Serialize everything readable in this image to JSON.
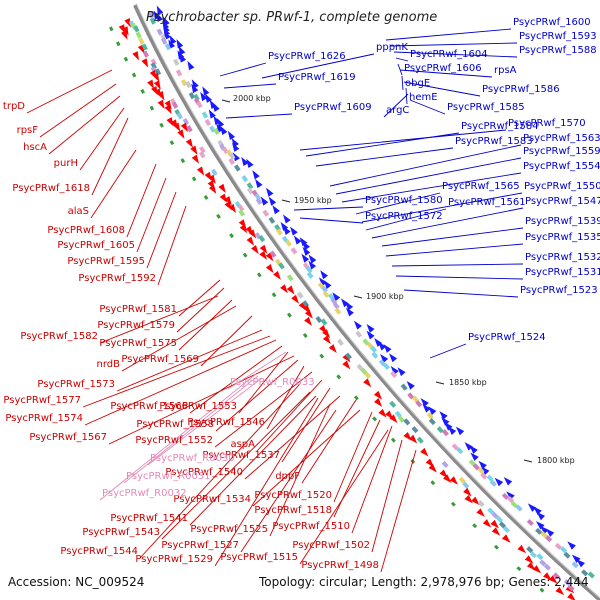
{
  "title": "Psychrobacter sp. PRwf-1, complete genome",
  "accession": "Accession: NC_009524",
  "summary": "Topology: circular; Length: 2,978,976 bp; Genes: 2,444",
  "colors": {
    "right_label": "#0000cc",
    "left_label": "#cc0000",
    "rna_label": "#e58ab8",
    "forward_feature": "#ff0000",
    "reverse_feature": "#1a1aff",
    "backbone": "#8a8a8a"
  },
  "ticks": [
    "2000 kbp",
    "1950 kbp",
    "1900 kbp",
    "1850 kbp",
    "1800 kbp"
  ],
  "right_labels": [
    "PsycPRwf_1600",
    "PsycPRwf_1593",
    "PsycPRwf_1588",
    "PsycPRwf_1626",
    "pppnK",
    "PsycPRwf_1604",
    "PsycPRwf_1606",
    "rpsA",
    "PsycPRwf_1619",
    "obgE",
    "PsycPRwf_1586",
    "hemE",
    "argC",
    "PsycPRwf_1609",
    "PsycPRwf_1585",
    "PsycPRwf_1570",
    "PsycPRwf_1584",
    "PsycPRwf_1583",
    "PsycPRwf_1563",
    "PsycPRwf_1559",
    "PsycPRwf_1554",
    "PsycPRwf_1565",
    "PsycPRwf_1550",
    "PsycPRwf_1580",
    "PsycPRwf_1561",
    "PsycPRwf_1547",
    "PsycPRwf_1572",
    "PsycPRwf_1539",
    "PsycPRwf_1535",
    "PsycPRwf_1532",
    "PsycPRwf_1531",
    "PsycPRwf_1523",
    "PsycPRwf_1524"
  ],
  "left_labels": [
    "trpD",
    "rpsF",
    "hscA",
    "purH",
    "PsycPRwf_1618",
    "alaS",
    "PsycPRwf_1608",
    "PsycPRwf_1605",
    "PsycPRwf_1595",
    "PsycPRwf_1592",
    "PsycPRwf_1581",
    "PsycPRwf_1579",
    "PsycPRwf_1582",
    "PsycPRwf_1575",
    "nrdB",
    "PsycPRwf_1569",
    "PsycPRwf_1573",
    "PsycPRwf_1577",
    "PsycPRwf_1566",
    "PsycPRwf_1553",
    "PsycPRwf_1574",
    "PsycPRwf_1558",
    "PsycPRwf_1546",
    "PsycPRwf_1567",
    "PsycPRwf_1552",
    "aspA",
    "PsycPRwf_1537",
    "PsycPRwf_1540",
    "dppF",
    "PsycPRwf_1534",
    "PsycPRwf_1520",
    "PsycPRwf_1518",
    "PsycPRwf_1541",
    "PsycPRwf_1510",
    "PsycPRwf_1543",
    "PsycPRwf_1525",
    "PsycPRwf_1527",
    "PsycPRwf_1502",
    "PsycPRwf_1544",
    "PsycPRwf_1529",
    "PsycPRwf_1515",
    "PsycPRwf_1498"
  ],
  "rna_labels": [
    "PsycPRwf_R0033",
    "PsycPRwf_R0030",
    "PsycPRwf_R0031",
    "PsycPRwf_R0032"
  ]
}
